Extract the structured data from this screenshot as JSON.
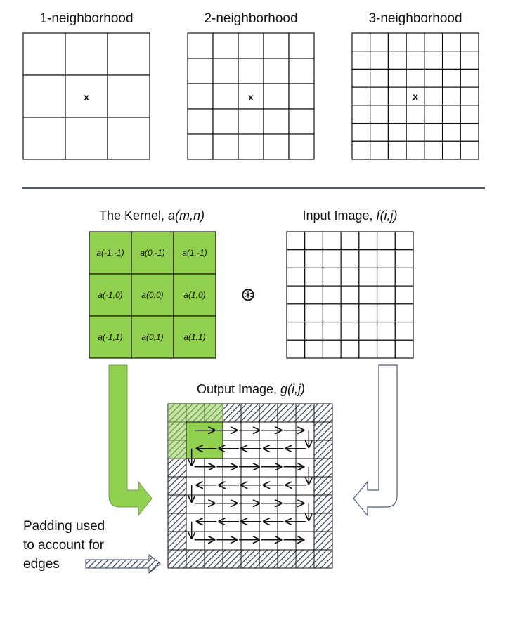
{
  "neighborhoods": [
    {
      "label": "1-neighborhood",
      "grid": 3,
      "marker": "x"
    },
    {
      "label": "2-neighborhood",
      "grid": 5,
      "marker": "x"
    },
    {
      "label": "3-neighborhood",
      "grid": 7,
      "marker": "x"
    }
  ],
  "kernel": {
    "title_prefix": "The Kernel, ",
    "title_italic": "a(m,n)",
    "cells": [
      [
        "a(-1,-1)",
        "a(0,-1)",
        "a(1,-1)"
      ],
      [
        "a(-1,0)",
        "a(0,0)",
        "a(1,0)"
      ],
      [
        "a(-1,1)",
        "a(0,1)",
        "a(1,1)"
      ]
    ]
  },
  "input_image": {
    "title_prefix": "Input Image, ",
    "title_italic": "f(i,j)",
    "grid": 7
  },
  "convolution_symbol": "⊛",
  "output_image": {
    "title_prefix": "Output Image, ",
    "title_italic": "g(i,j)",
    "grid": 9
  },
  "padding_note": [
    "Padding used",
    "to account for",
    "edges"
  ],
  "colors": {
    "kernel_fill": "#92d050",
    "divider": "#4a5a78",
    "grid_line": "#111111",
    "hatch": "#2f3a55"
  }
}
